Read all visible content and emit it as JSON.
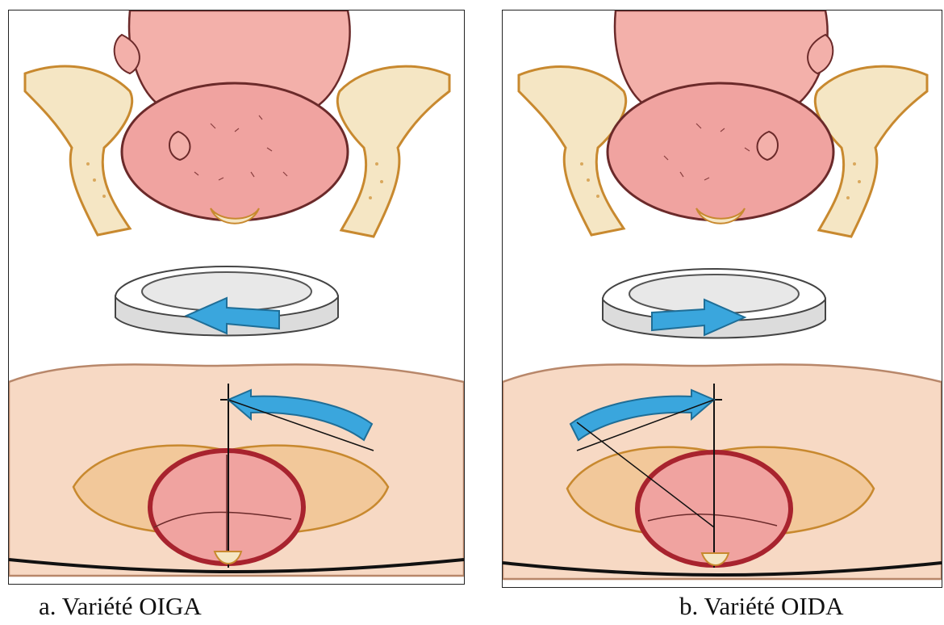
{
  "panels": [
    {
      "id": "a",
      "caption": "a.  Variété OIGA",
      "rotation_arrow": "counterclockwise"
    },
    {
      "id": "b",
      "caption": "b. Variété OIDA",
      "rotation_arrow": "clockwise"
    }
  ],
  "colors": {
    "skin": "#f7d9c4",
    "skin_outline": "#b8876a",
    "bone": "#f5e6c4",
    "bone_outline": "#c8892f",
    "head": "#f0a3a0",
    "head_outline": "#6b2a2a",
    "pelvic_ring": "#a8232e",
    "arrow": "#3aa6dd",
    "ring_grey": "#dcdcdc"
  }
}
